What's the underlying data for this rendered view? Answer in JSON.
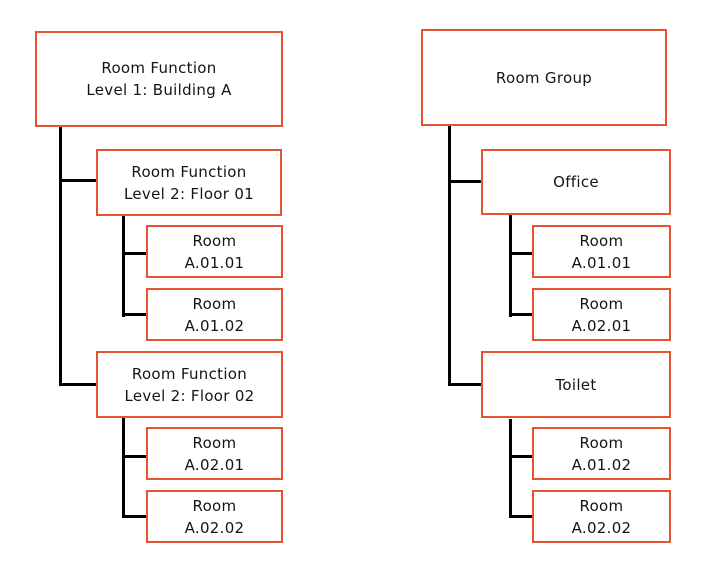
{
  "colors": {
    "background": "#ffffff",
    "node_border": "#E5532F",
    "node_fill": "#ffffff",
    "connector": "#000000",
    "text": "#141414"
  },
  "left_tree": {
    "root": {
      "line1": "Room Function",
      "line2": "Level 1: Building A"
    },
    "floor01": {
      "line1": "Room Function",
      "line2": "Level 2: Floor 01"
    },
    "room_a01_01": {
      "line1": "Room",
      "line2": "A.01.01"
    },
    "room_a01_02": {
      "line1": "Room",
      "line2": "A.01.02"
    },
    "floor02": {
      "line1": "Room Function",
      "line2": "Level 2: Floor 02"
    },
    "room_a02_01": {
      "line1": "Room",
      "line2": "A.02.01"
    },
    "room_a02_02": {
      "line1": "Room",
      "line2": "A.02.02"
    }
  },
  "right_tree": {
    "root": {
      "line1": "Room Group",
      "line2": ""
    },
    "office": {
      "line1": "Office",
      "line2": ""
    },
    "office_room_1": {
      "line1": "Room",
      "line2": "A.01.01"
    },
    "office_room_2": {
      "line1": "Room",
      "line2": "A.02.01"
    },
    "toilet": {
      "line1": "Toilet",
      "line2": ""
    },
    "toilet_room_1": {
      "line1": "Room",
      "line2": "A.01.02"
    },
    "toilet_room_2": {
      "line1": "Room",
      "line2": "A.02.02"
    }
  }
}
